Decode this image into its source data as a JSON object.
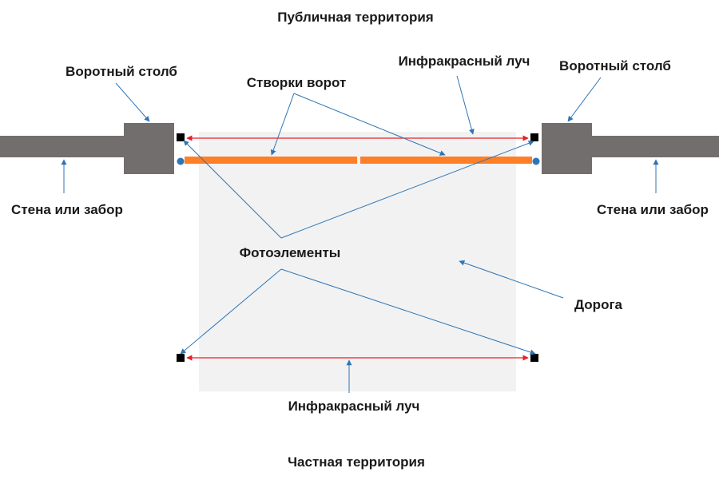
{
  "labels": {
    "public_territory": "Публичная территория",
    "gate_post_left": "Воротный столб",
    "gate_post_right": "Воротный столб",
    "infrared_beam_top": "Инфракрасный луч",
    "gate_leaves": "Створки ворот",
    "wall_left": "Стена или забор",
    "wall_right": "Стена или забор",
    "photocells": "Фотоэлементы",
    "road": "Дорога",
    "infrared_beam_bottom": "Инфракрасный луч",
    "private_territory": "Частная территория"
  },
  "colors": {
    "wall": "#736e6e",
    "road": "#f2f2f2",
    "gate_leaf": "#ff7f27",
    "beam": "#e8202a",
    "pointer": "#2e75b6",
    "photocell": "#000000",
    "hinge": "#2e75b6"
  }
}
